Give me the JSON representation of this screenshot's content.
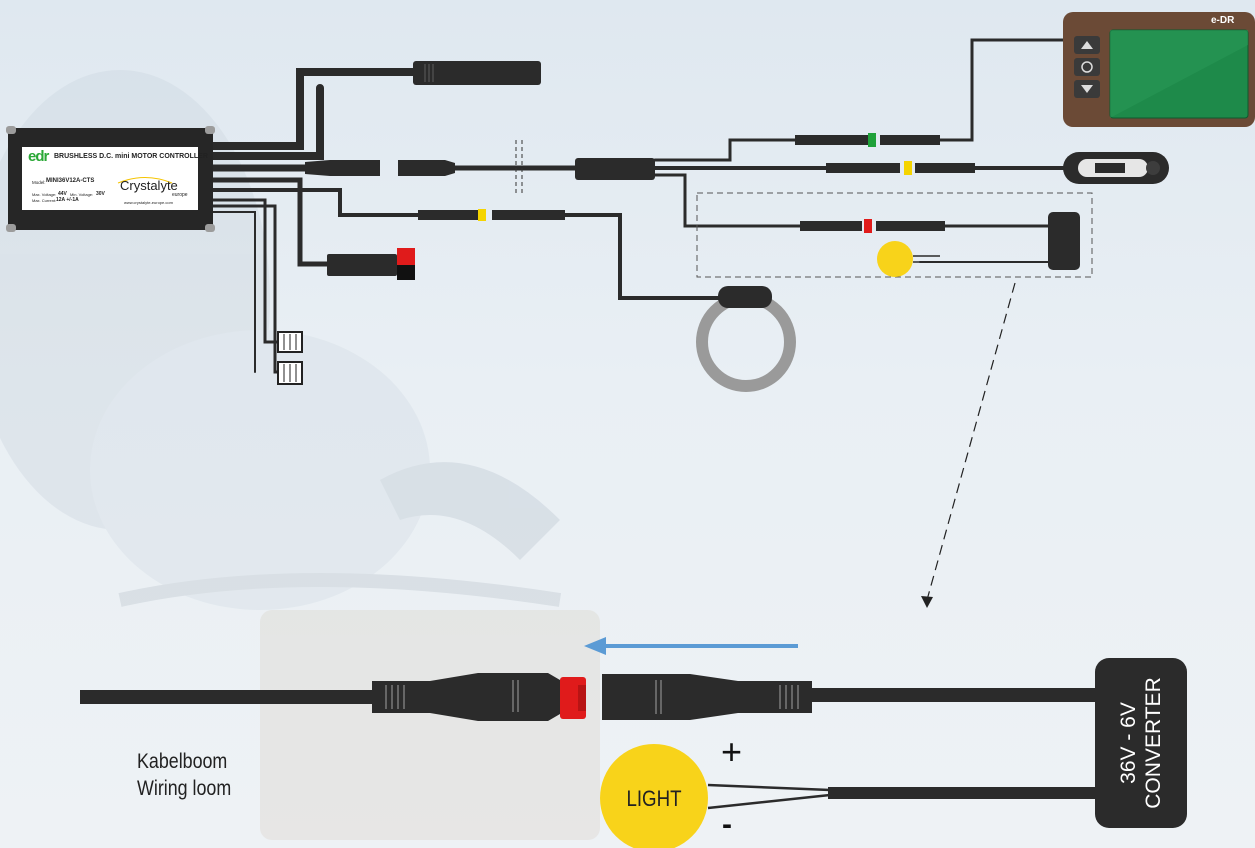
{
  "controller": {
    "logo": "edr",
    "title": "BRUSHLESS D.C. mini MOTOR CONTROLLER",
    "model_label": "Model:",
    "model": "MINI36V12A-CTS",
    "max_voltage_label": "Max. Voltage:",
    "max_voltage": "44V",
    "min_voltage_label": "Min. Voltage:",
    "min_voltage": "30V",
    "max_current_label": "Max. Current:",
    "max_current": "12A +/-1A",
    "brand": "Crystalyte",
    "brand_sub": "europe",
    "url": "www.crystalyte-europe.com"
  },
  "display": {
    "brand": "e-DR"
  },
  "detail": {
    "label_nl": "Kabelboom",
    "label_en": "Wiring loom",
    "light": "LIGHT",
    "plus": "+",
    "minus": "-",
    "converter_line1": "36V - 6V",
    "converter_line2": "CONVERTER"
  },
  "colors": {
    "cable": "#2b2b2b",
    "connector_yellow": "#f5d400",
    "connector_red": "#e01b1b",
    "connector_green": "#1fa13a",
    "arrow_blue": "#5b9bd5",
    "light_yellow": "#f8d31a",
    "screen_green": "#1e8a4a",
    "display_brown": "#6b4a36"
  }
}
